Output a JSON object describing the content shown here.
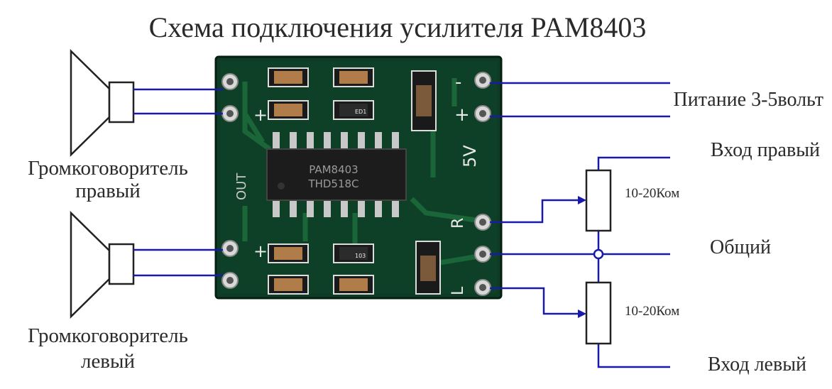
{
  "title": "Схема подключения усилителя PAM8403",
  "speakers": {
    "right_label_line1": "Громкоговоритель",
    "right_label_line2": "правый",
    "left_label_line1": "Громкоговоритель",
    "left_label_line2": "левый"
  },
  "connections": {
    "power": "Питание 3-5вольт",
    "input_right": "Вход правый",
    "common": "Общий",
    "input_left": "Вход левый",
    "resistor_top": "10-20Ком",
    "resistor_bottom": "10-20Ком"
  },
  "board": {
    "chip_line1": "PAM8403",
    "chip_line2": "THD518C",
    "marking_5v": "5V",
    "marking_plus": "+",
    "marking_minus": "-",
    "marking_r": "R",
    "marking_l": "L",
    "marking_out": "OUT",
    "cap_code_1": "ED1",
    "cap_code_2": "103"
  },
  "colors": {
    "wire": "#1a1aa8",
    "board": "#0d3b25",
    "text": "#222222"
  }
}
